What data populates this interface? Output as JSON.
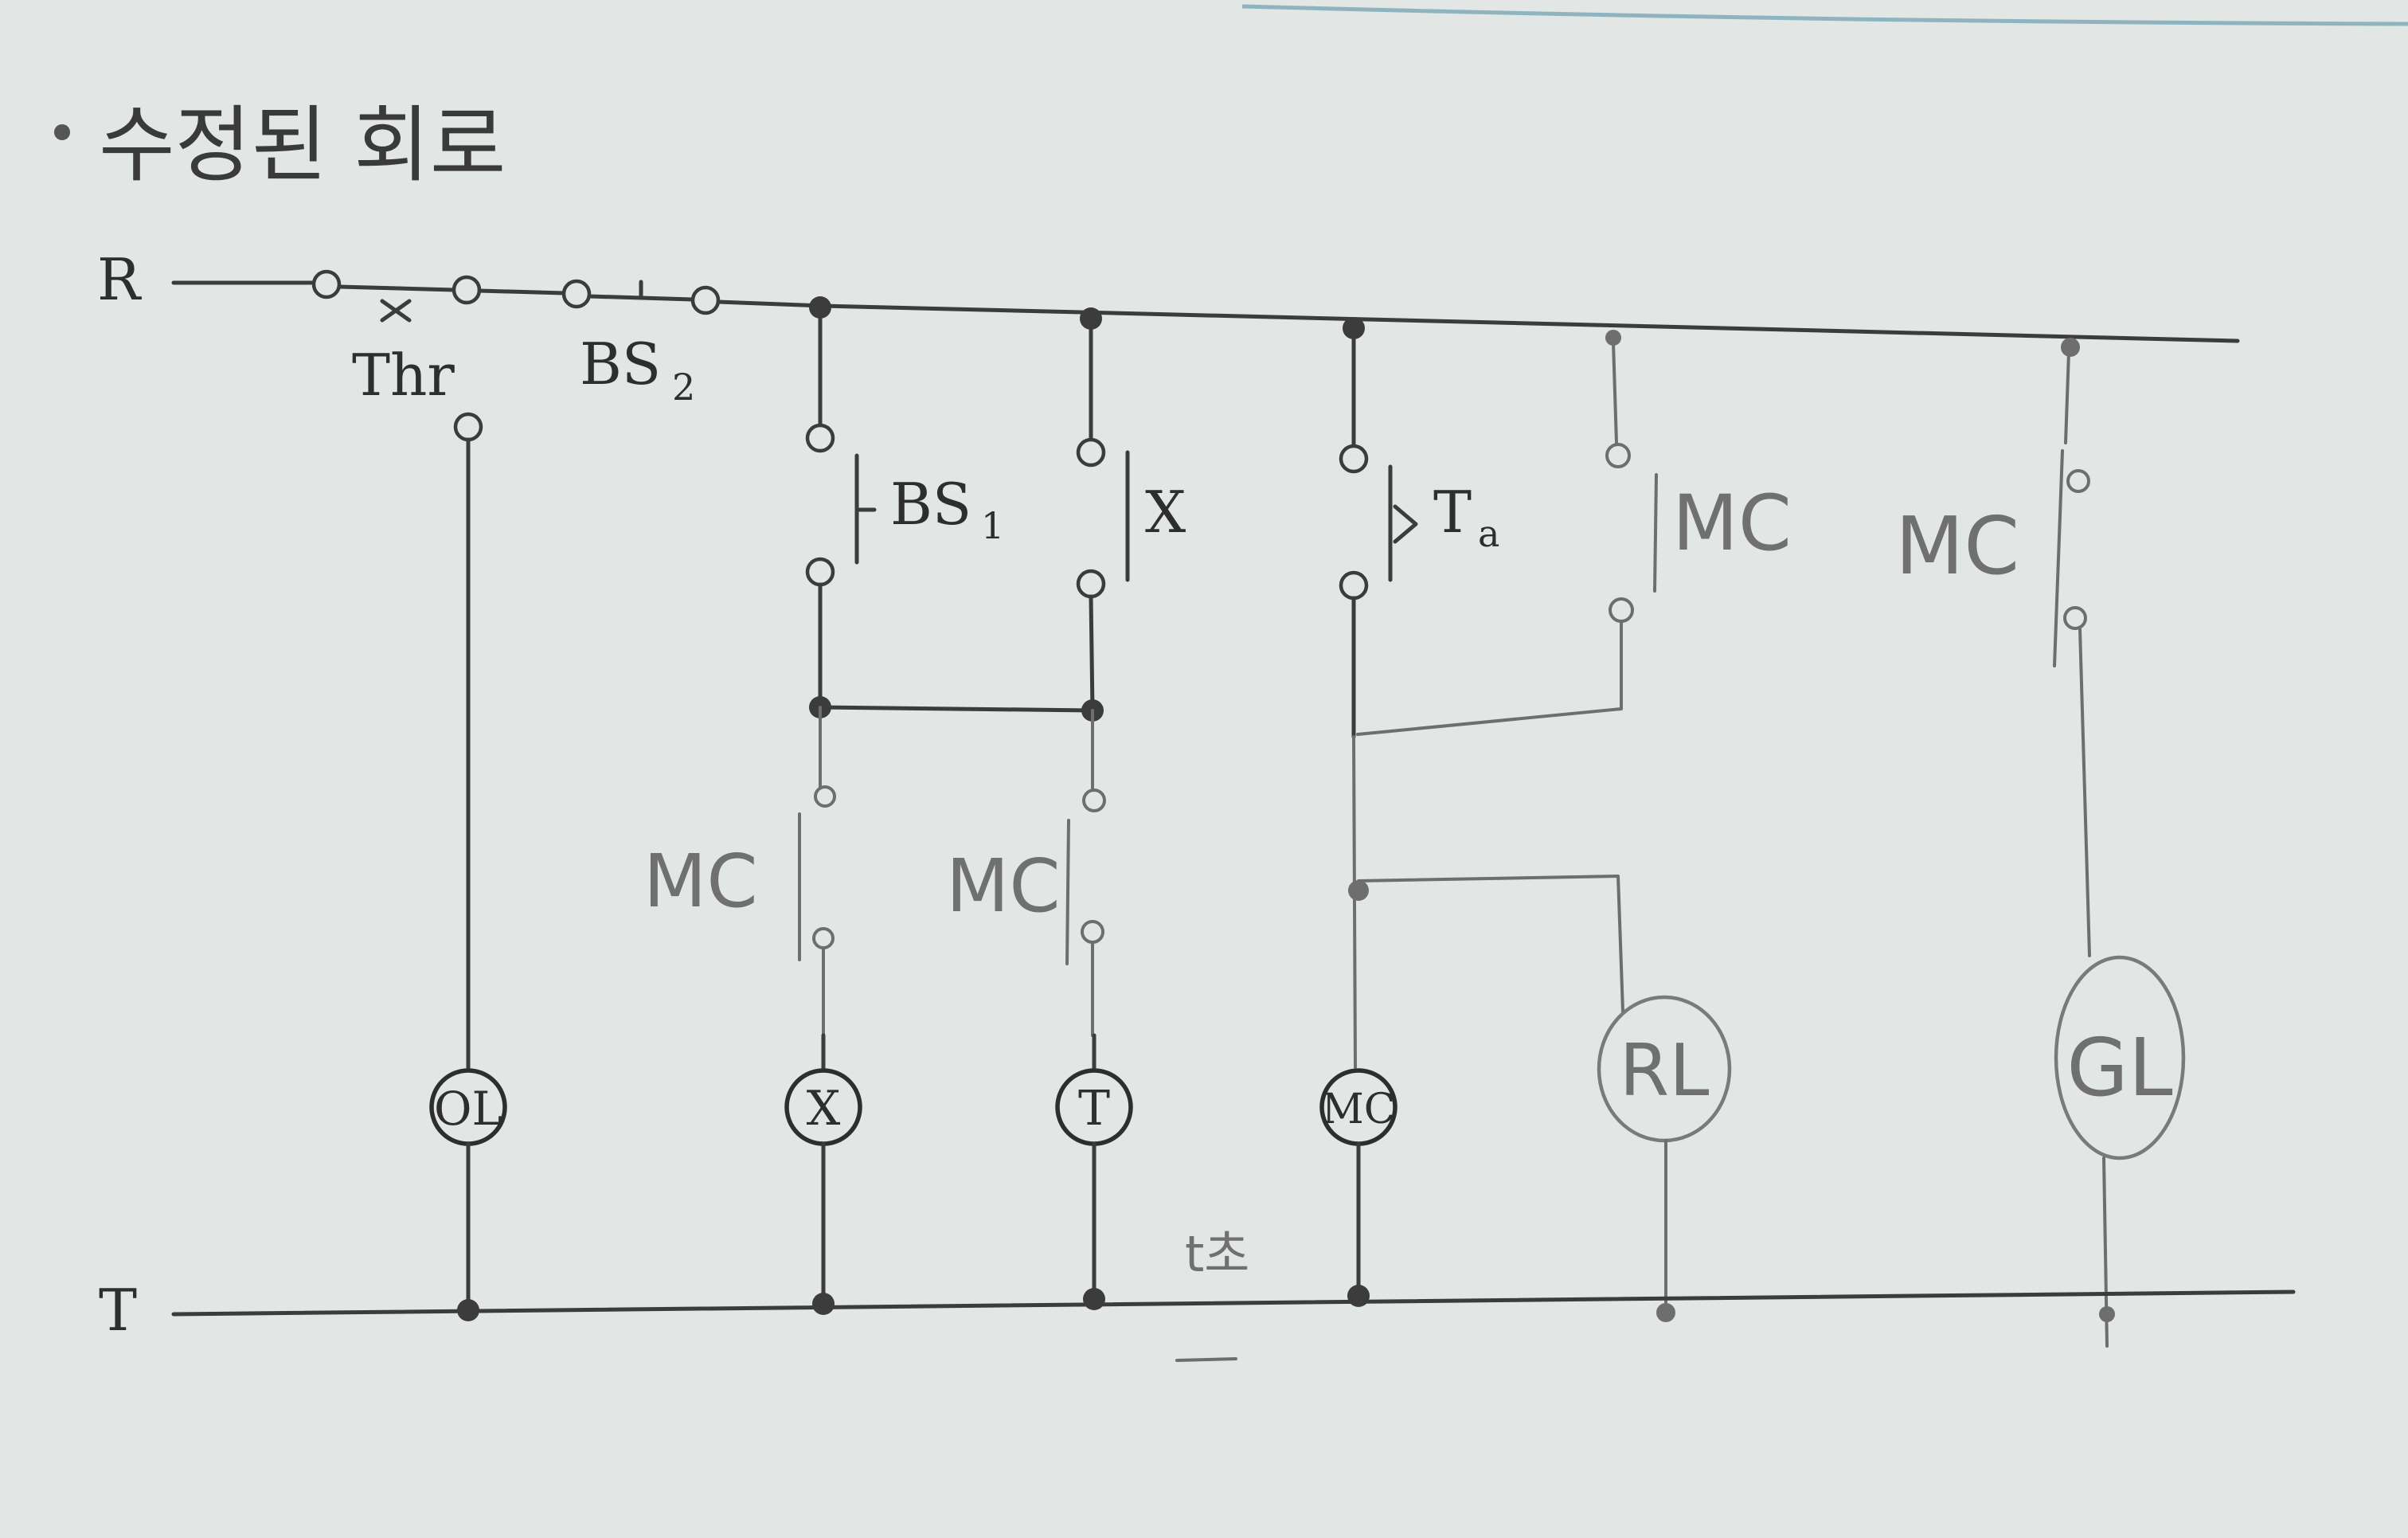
{
  "title": "수정된 회로",
  "bullet": "•",
  "labels": {
    "rail_r": "R",
    "rail_t": "T",
    "thr": "Thr",
    "bs2": "BS",
    "bs2_sub": "2",
    "bs1": "BS",
    "bs1_sub": "1",
    "x_contact": "X",
    "ta": "T",
    "ta_sub": "a",
    "time_note": "t초"
  },
  "coils": {
    "ol": "OL",
    "x": "X",
    "t": "T",
    "mc": "MC",
    "rl": "RL",
    "gl": "GL"
  },
  "handwritten": {
    "mc_under_bs1": "MC",
    "mc_under_x": "MC",
    "mc_self_hold": "MC",
    "mc_gl_branch": "MC"
  }
}
